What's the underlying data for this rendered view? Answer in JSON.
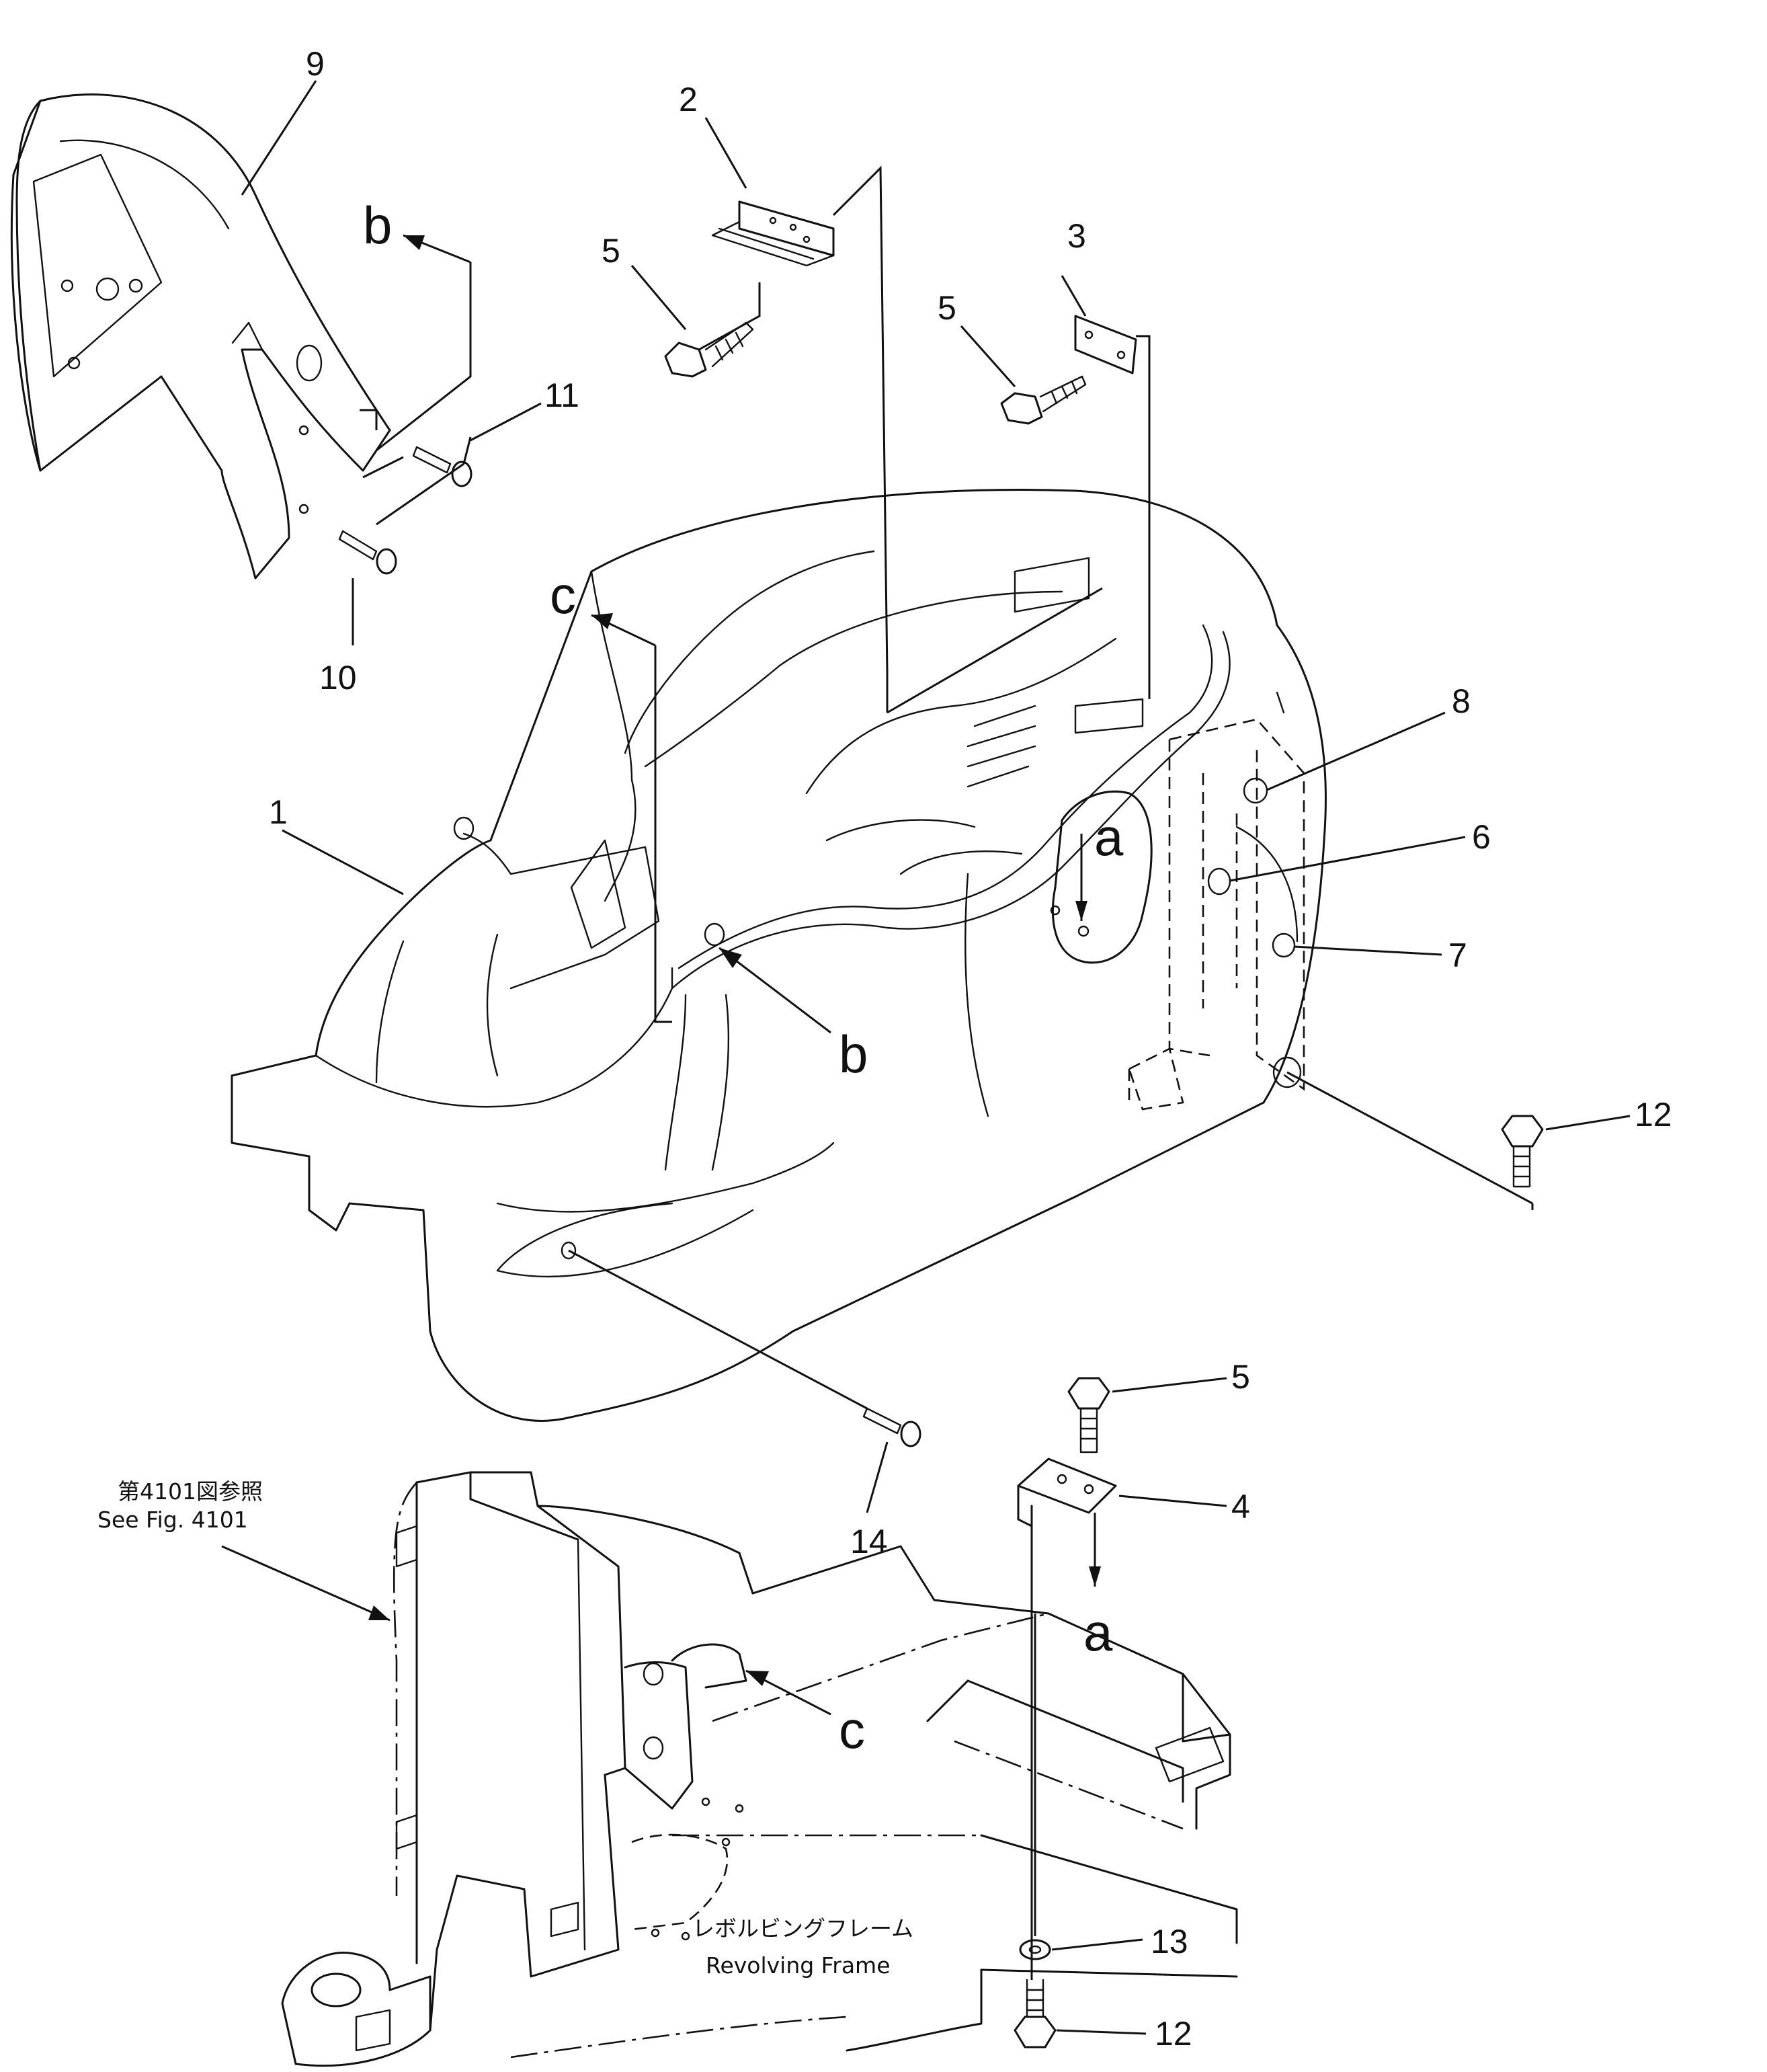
{
  "callouts": {
    "c1": "1",
    "c2": "2",
    "c3": "3",
    "c4": "4",
    "c5a": "5",
    "c5b": "5",
    "c5c": "5",
    "c6": "6",
    "c7": "7",
    "c8": "8",
    "c9": "9",
    "c10": "10",
    "c11": "11",
    "c12a": "12",
    "c12b": "12",
    "c13": "13",
    "c14": "14"
  },
  "view_letters": {
    "a_top": "a",
    "a_bottom": "a",
    "b_top": "b",
    "b_bottom": "b",
    "c_top": "c",
    "c_bottom": "c"
  },
  "notes": {
    "see_fig_jp": "第4101図参照",
    "see_fig_en": "See Fig. 4101",
    "frame_jp": "レボルビングフレーム",
    "frame_en": "Revolving Frame"
  }
}
